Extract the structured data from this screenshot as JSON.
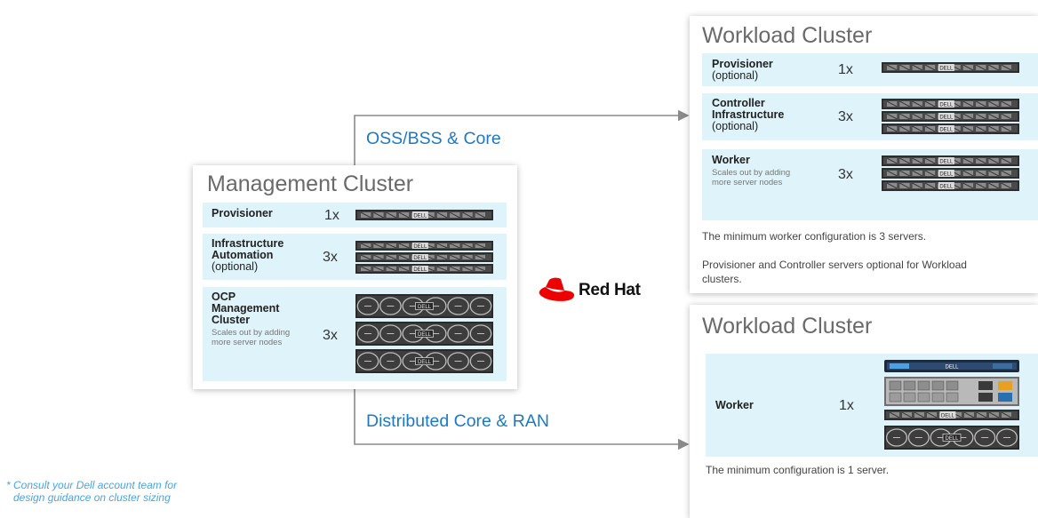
{
  "management": {
    "title": "Management Cluster",
    "rows": [
      {
        "name": "Provisioner",
        "qty": "1x"
      },
      {
        "name": "Infrastructure Automation",
        "name_lines": [
          "Infrastructure",
          "Automation"
        ],
        "optional": "(optional)",
        "qty": "3x"
      },
      {
        "name_lines": [
          "OCP",
          "Management",
          "Cluster"
        ],
        "sub_lines": [
          "Scales out by adding",
          "more server nodes"
        ],
        "qty": "3x"
      }
    ]
  },
  "workload_top": {
    "title": "Workload Cluster",
    "rows": [
      {
        "name": "Provisioner",
        "optional": "(optional)",
        "qty": "1x"
      },
      {
        "name_lines": [
          "Controller",
          "Infrastructure"
        ],
        "optional": "(optional)",
        "qty": "3x"
      },
      {
        "name": "Worker",
        "sub_lines": [
          "Scales out by adding",
          "more server nodes"
        ],
        "qty": "3x"
      }
    ],
    "note1": "The minimum worker configuration is 3 servers.",
    "note2_lines": [
      "Provisioner and Controller servers optional for Workload",
      "clusters."
    ]
  },
  "workload_bottom": {
    "title": "Workload Cluster",
    "row": {
      "name": "Worker",
      "qty": "1x"
    },
    "note": "The minimum configuration is 1 server."
  },
  "flows": {
    "top": "OSS/BSS & Core",
    "bottom": "Distributed Core & RAN"
  },
  "redhat": {
    "text": "Red Hat",
    "color": "#ee0000"
  },
  "server_brand": "DELL",
  "footnote_lines": [
    "* Consult your Dell account team for",
    "design guidance on cluster sizing"
  ],
  "colors": {
    "row_bg": "#dff3fa",
    "flow_blue": "#1f78c1",
    "footnote_blue": "#4fa3d8",
    "arrow": "#8a8a8a"
  }
}
